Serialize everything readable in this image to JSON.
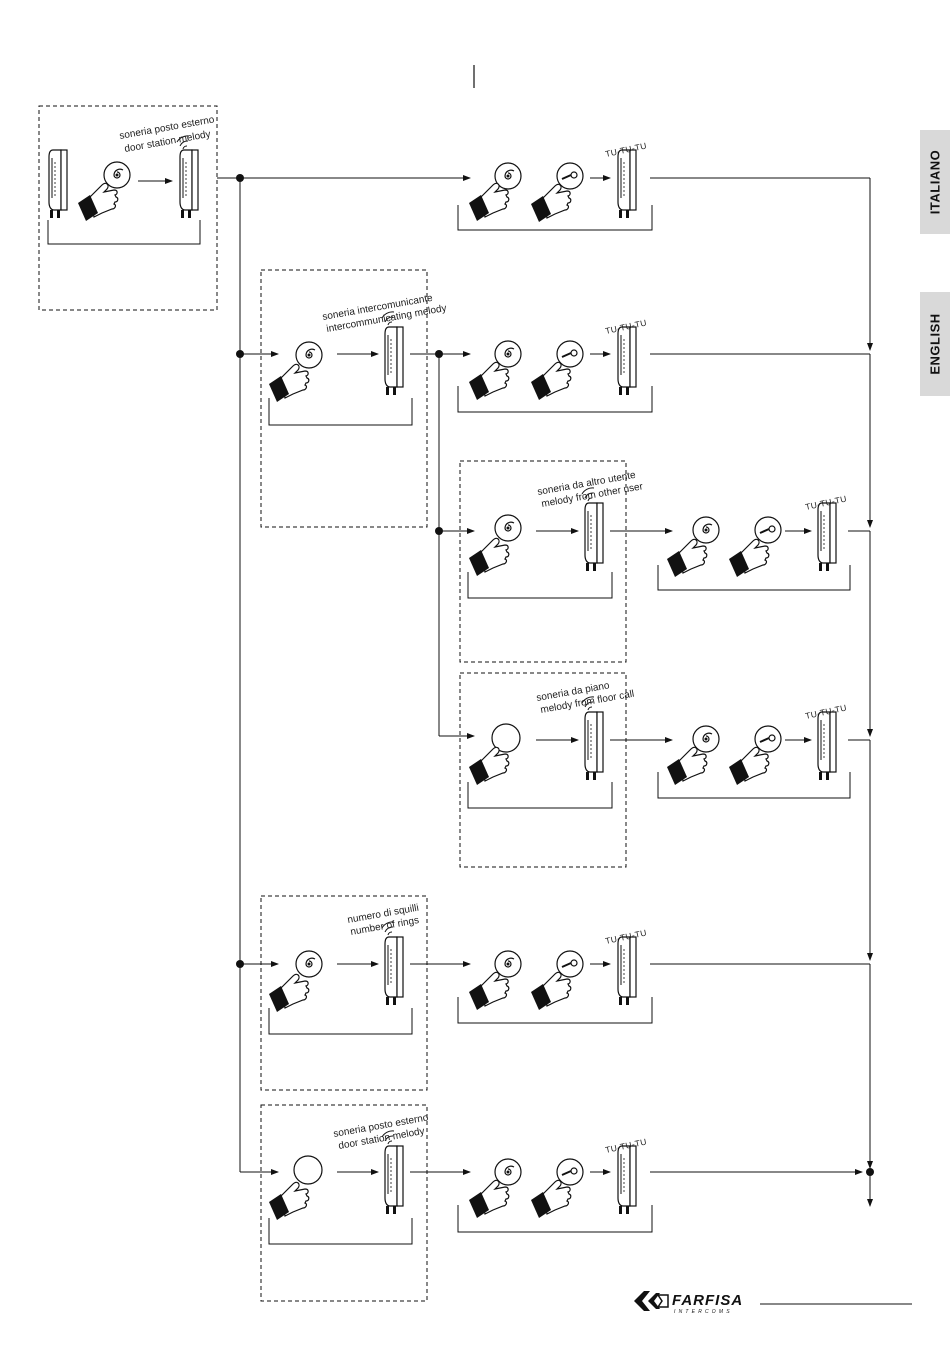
{
  "tabs": {
    "italiano": "ITALIANO",
    "english": "ENGLISH"
  },
  "labels": {
    "door_station_it": "soneria posto esterno",
    "door_station_en": "door station melody",
    "intercom_it": "soneria intercomunicante",
    "intercom_en": "intercommunicating melody",
    "other_user_it": "soneria da altro utente",
    "other_user_en": "melody from other user",
    "floor_it": "soneria da piano",
    "floor_en": "melody from floor call",
    "rings_it": "numero di squilli",
    "rings_en": "number of rings",
    "door_station2_it": "soneria posto esterno",
    "door_station2_en": "door station melody"
  },
  "tone": "TU-TU-TU",
  "logo": {
    "name": "FARFISA",
    "sub": "INTERCOMS"
  }
}
